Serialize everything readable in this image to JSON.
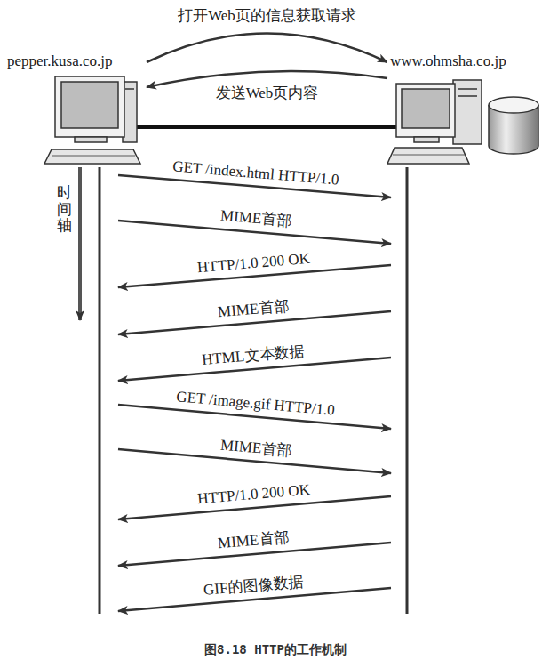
{
  "diagram": {
    "caption": "图8.18 HTTP的工作机制",
    "nodes": [
      {
        "text": [
          "pepper.kusa.co.jp"
        ]
      },
      {
        "text": [
          "www.ohmsha.co.jp"
        ]
      }
    ],
    "edges": [
      {
        "from": 0,
        "to": 1,
        "arrow": "to",
        "label": "打开Web页的信息获取请求"
      },
      {
        "from": 1,
        "to": 0,
        "arrow": "to",
        "label": "发送Web页内容"
      }
    ],
    "labels": [
      "时间轴",
      "GET /index.html HTTP/1.0",
      "MIME首部",
      "HTTP/1.0 200 OK",
      "MIME首部",
      "HTML文本数据",
      "GET /image.gif HTTP/1.0",
      "MIME首部",
      "HTTP/1.0 200 OK",
      "MIME首部",
      "GIF的图像数据"
    ]
  }
}
